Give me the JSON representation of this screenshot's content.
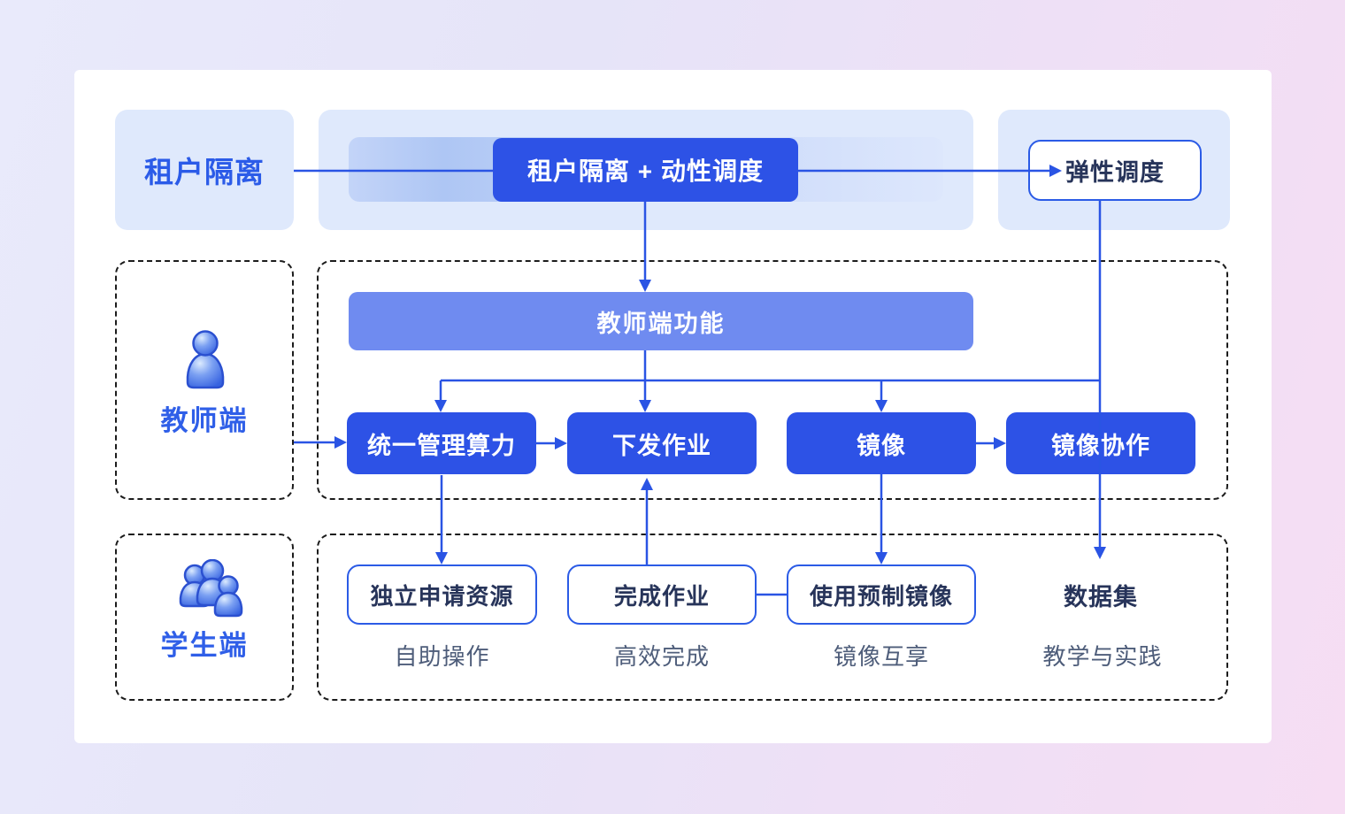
{
  "colors": {
    "primary_blue": "#2d52e6",
    "line_blue": "#2a54e4",
    "header_bar_blue": "#6f8bf0",
    "light_container_blue": "#dfe9fc",
    "label_text_blue": "#2b5be8",
    "dark_text": "#27345a",
    "caption_gray": "#4e5d7a",
    "bg_lavender": "#e8e7fa",
    "bg_pink": "#f6ddf3"
  },
  "tenant_row": {
    "label": "租户隔离",
    "pill": "租户隔离 + 动性调度",
    "elastic": "弹性调度"
  },
  "teacher_row": {
    "side_label": "教师端",
    "icon": "person-icon",
    "header": "教师端功能",
    "boxes": [
      "统一管理算力",
      "下发作业",
      "镜像",
      "镜像协作"
    ]
  },
  "student_row": {
    "side_label": "学生端",
    "icon": "people-group-icon",
    "boxes": [
      "独立申请资源",
      "完成作业",
      "使用预制镜像"
    ],
    "plain_item": "数据集",
    "captions": [
      "自助操作",
      "高效完成",
      "镜像互享",
      "教学与实践"
    ]
  }
}
